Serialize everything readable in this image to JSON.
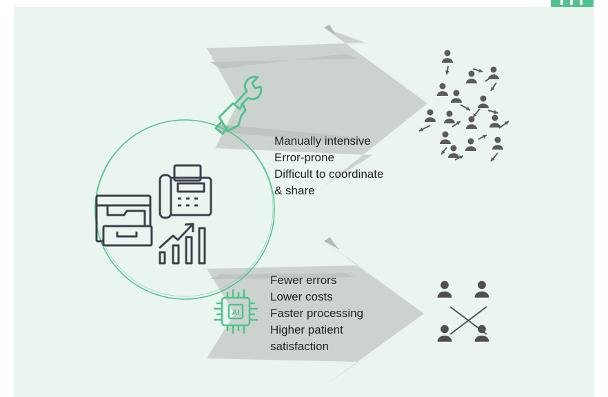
{
  "colors": {
    "panel_bg": "#e9f5ee",
    "accent_green": "#4fc28e",
    "arrow_gray": "#c9cfcb",
    "icon_dark": "#3b3f4a",
    "people_gray": "#5b5b5b",
    "text": "#1e1e1e"
  },
  "icons": {
    "legacy_tools": [
      "filing-cabinet-icon",
      "fax-machine-icon",
      "growth-chart-icon"
    ],
    "manual": "wrench-hand-icon",
    "ai": "ai-chip-icon",
    "chaotic_network": "chaotic-people-network-icon",
    "connected_network": "connected-people-icon"
  },
  "manual_outcomes": [
    "Manually intensive",
    "Error-prone",
    "Difficult to coordinate",
    "& share"
  ],
  "ai_outcomes": [
    "Fewer errors",
    "Lower costs",
    "Faster processing",
    "Higher patient",
    "satisfaction"
  ]
}
